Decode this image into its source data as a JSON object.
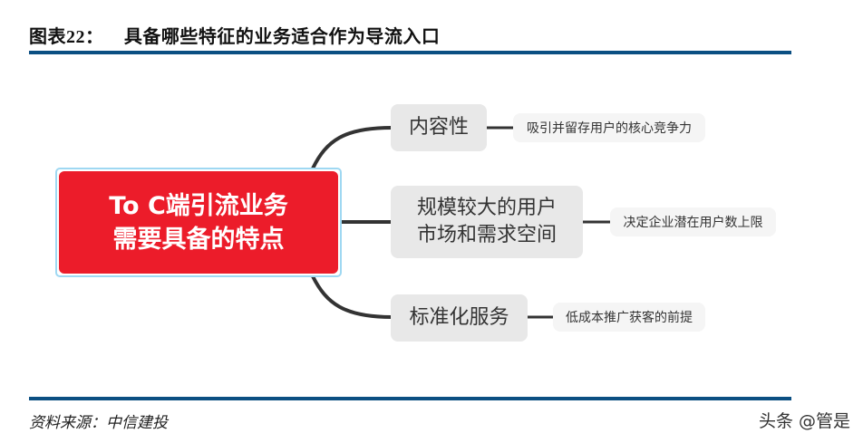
{
  "header": {
    "title_prefix": "图表",
    "title_number": "22",
    "title_sep": "：",
    "title_text": "具备哪些特征的业务适合作为导流入口"
  },
  "diagram": {
    "center": {
      "line1": "To C端引流业务",
      "line2": "需要具备的特点",
      "color": "#ec1c2a",
      "border_color": "#9fd8f2"
    },
    "branches": [
      {
        "label_lines": [
          "内容性"
        ],
        "detail": "吸引并留存用户的核心竞争力"
      },
      {
        "label_lines": [
          "规模较大的用户",
          "市场和需求空间"
        ],
        "detail": "决定企业潜在用户数上限"
      },
      {
        "label_lines": [
          "标准化服务"
        ],
        "detail": "低成本推广获客的前提"
      }
    ],
    "connector_color": "#333333",
    "branch_bg": "#e8e8e8",
    "detail_bg": "#f5f5f5"
  },
  "footer": {
    "source": "资料来源：中信建投",
    "watermark": "头条 @管是"
  },
  "colors": {
    "rule": "#0b4f82"
  }
}
